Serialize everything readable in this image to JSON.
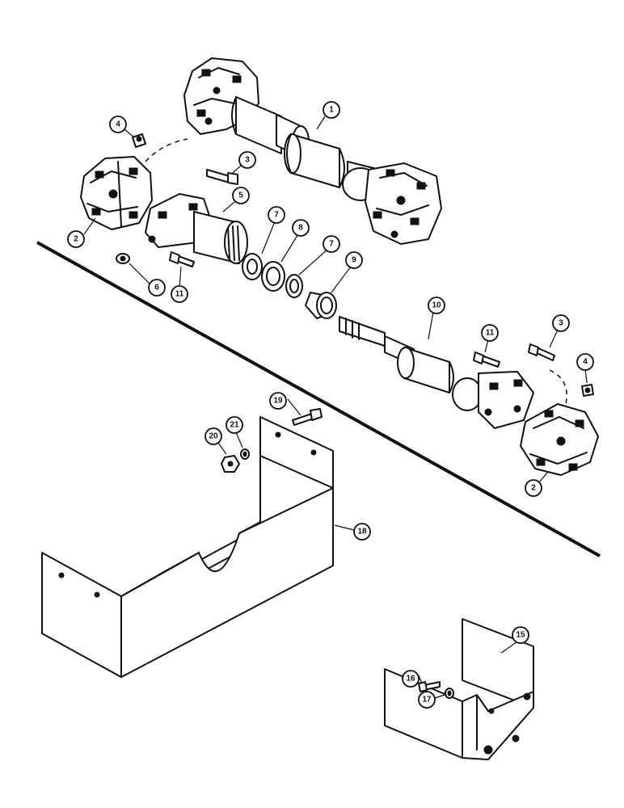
{
  "diagram": {
    "callouts": [
      "1",
      "2",
      "3",
      "4",
      "5",
      "6",
      "7",
      "8",
      "9",
      "10",
      "11",
      "15",
      "16",
      "17",
      "18",
      "19",
      "20",
      "21"
    ],
    "labels": {
      "c1": "1",
      "c2a": "2",
      "c2b": "2",
      "c3a": "3",
      "c3b": "3",
      "c4a": "4",
      "c4b": "4",
      "c5": "5",
      "c6": "6",
      "c7a": "7",
      "c7b": "7",
      "c8": "8",
      "c9": "9",
      "c10": "10",
      "c11a": "11",
      "c11b": "11",
      "c15": "15",
      "c16": "16",
      "c17": "17",
      "c18": "18",
      "c19": "19",
      "c20": "20",
      "c21": "21"
    }
  }
}
